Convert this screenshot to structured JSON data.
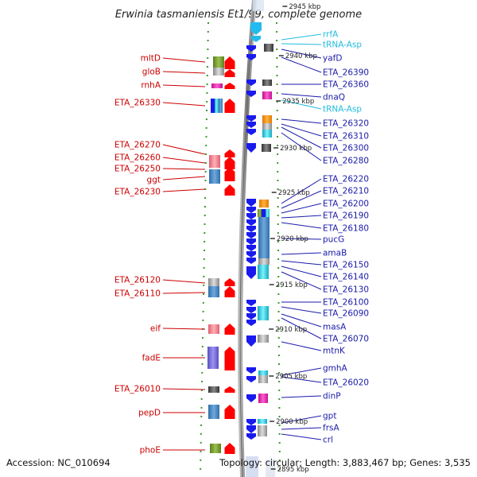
{
  "title": "Erwinia tasmaniensis Et1/99, complete genome",
  "footer": {
    "accession": "Accession: NC_010694",
    "topology": "Topology: circular; Length: 3,883,467 bp; Genes: 3,535"
  },
  "colors": {
    "left_label": "#cc0000",
    "right_label": "#1a1aaa",
    "rna_label": "#22bbdd",
    "backbone": "#888888",
    "forward_arrow": "#ff0000",
    "reverse_arrow": "#1a1aee"
  },
  "ticks": [
    "2945 kbp",
    "2940 kbp",
    "2935 kbp",
    "2930 kbp",
    "2925 kbp",
    "2920 kbp",
    "2915 kbp",
    "2910 kbp",
    "2905 kbp",
    "2900 kbp",
    "2895 kbp"
  ],
  "left_genes": [
    "mltD",
    "gloB",
    "rnhA",
    "ETA_26330",
    "ETA_26270",
    "ETA_26260",
    "ETA_26250",
    "ggt",
    "ETA_26230",
    "ETA_26120",
    "ETA_26110",
    "eif",
    "fadE",
    "ETA_26010",
    "pepD",
    "phoE"
  ],
  "right_genes": [
    "rrfA",
    "tRNA-Asp",
    "yafD",
    "ETA_26390",
    "ETA_26360",
    "dnaQ",
    "tRNA-Asp",
    "ETA_26320",
    "ETA_26310",
    "ETA_26300",
    "ETA_26280",
    "ETA_26220",
    "ETA_26210",
    "ETA_26200",
    "ETA_26190",
    "ETA_26180",
    "pucG",
    "amaB",
    "ETA_26150",
    "ETA_26140",
    "ETA_26130",
    "ETA_26100",
    "ETA_26090",
    "masA",
    "ETA_26070",
    "mtnK",
    "gmhA",
    "ETA_26020",
    "dinP",
    "gpt",
    "frsA",
    "crl"
  ],
  "right_rna_genes": [
    "rrfA",
    "tRNA-Asp",
    "tRNA-Asp"
  ]
}
